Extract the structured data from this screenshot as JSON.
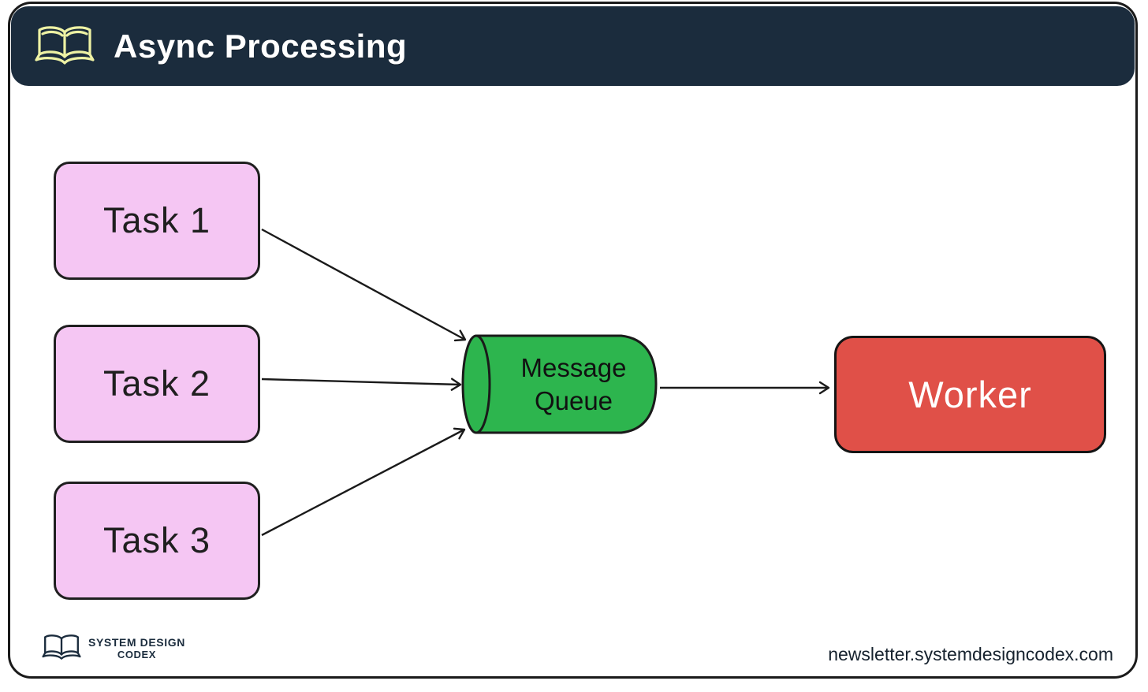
{
  "header": {
    "title": "Async Processing",
    "icon": "open-book-icon"
  },
  "diagram": {
    "tasks": [
      {
        "id": "task-1",
        "label": "Task 1",
        "fill": "#f5c6f3"
      },
      {
        "id": "task-2",
        "label": "Task 2",
        "fill": "#f5c6f3"
      },
      {
        "id": "task-3",
        "label": "Task 3",
        "fill": "#f5c6f3"
      }
    ],
    "queue": {
      "id": "message-queue",
      "label": "Message Queue",
      "shape": "cylinder",
      "fill": "#2db54e"
    },
    "worker": {
      "id": "worker",
      "label": "Worker",
      "fill": "#e05048"
    },
    "edges": [
      {
        "from": "task-1",
        "to": "message-queue"
      },
      {
        "from": "task-2",
        "to": "message-queue"
      },
      {
        "from": "task-3",
        "to": "message-queue"
      },
      {
        "from": "message-queue",
        "to": "worker"
      }
    ]
  },
  "footer": {
    "brand_line1": "SYSTEM DESIGN",
    "brand_line2": "CODEX",
    "link": "newsletter.systemdesigncodex.com"
  },
  "colors": {
    "header_bg": "#1b2c3d",
    "header_text": "#ffffff",
    "book_icon": "#eef2a4",
    "task_fill": "#f5c6f3",
    "queue_fill": "#2db54e",
    "worker_fill": "#e05048",
    "stroke": "#1a1a1a",
    "footer_text": "#16222e"
  }
}
